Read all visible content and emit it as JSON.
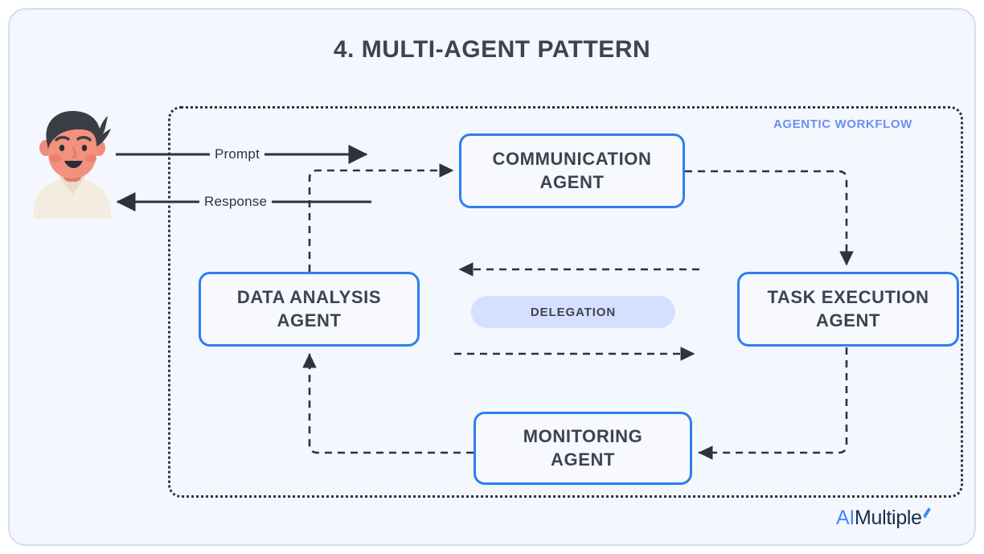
{
  "page": {
    "title": "4. MULTI-AGENT PATTERN",
    "background_color": "#ffffff",
    "card_background": "#f4f7fd",
    "card_border_color": "#d3ddf4"
  },
  "workflow": {
    "label": "AGENTIC WORKFLOW",
    "label_color": "#6b8ff0",
    "border_style": "dotted",
    "border_color": "#2c3240"
  },
  "actor": {
    "name": "user-avatar",
    "description": "smiling person illustration"
  },
  "flows": [
    {
      "id": "prompt",
      "label": "Prompt",
      "direction": "right",
      "style": "solid"
    },
    {
      "id": "response",
      "label": "Response",
      "direction": "left",
      "style": "solid"
    }
  ],
  "agents": [
    {
      "id": "communication",
      "line1": "COMMUNICATION",
      "line2": "AGENT"
    },
    {
      "id": "data-analysis",
      "line1": "DATA ANALYSIS",
      "line2": "AGENT"
    },
    {
      "id": "task-execution",
      "line1": "TASK EXECUTION",
      "line2": "AGENT"
    },
    {
      "id": "monitoring",
      "line1": "MONITORING",
      "line2": "AGENT"
    }
  ],
  "delegation": {
    "label": "DELEGATION",
    "pill_color": "#d6dfff",
    "text_color": "#3c4352"
  },
  "connections": [
    {
      "from": "data-analysis",
      "to": "communication",
      "style": "dashed"
    },
    {
      "from": "communication",
      "to": "task-execution",
      "style": "dashed"
    },
    {
      "from": "task-execution",
      "to": "monitoring",
      "style": "dashed"
    },
    {
      "from": "monitoring",
      "to": "data-analysis",
      "style": "dashed"
    },
    {
      "from": "task-execution",
      "to": "data-analysis",
      "style": "dashed",
      "note": "delegation-left"
    },
    {
      "from": "data-analysis",
      "to": "task-execution",
      "style": "dashed",
      "note": "delegation-right"
    }
  ],
  "brand": {
    "prefix": "AI",
    "suffix": "Multiple",
    "prefix_color": "#3d8bfd",
    "suffix_color": "#1c2b4a"
  },
  "colors": {
    "agent_border": "#2d7ff0",
    "agent_text": "#3c4352",
    "arrow": "#2c3240"
  }
}
